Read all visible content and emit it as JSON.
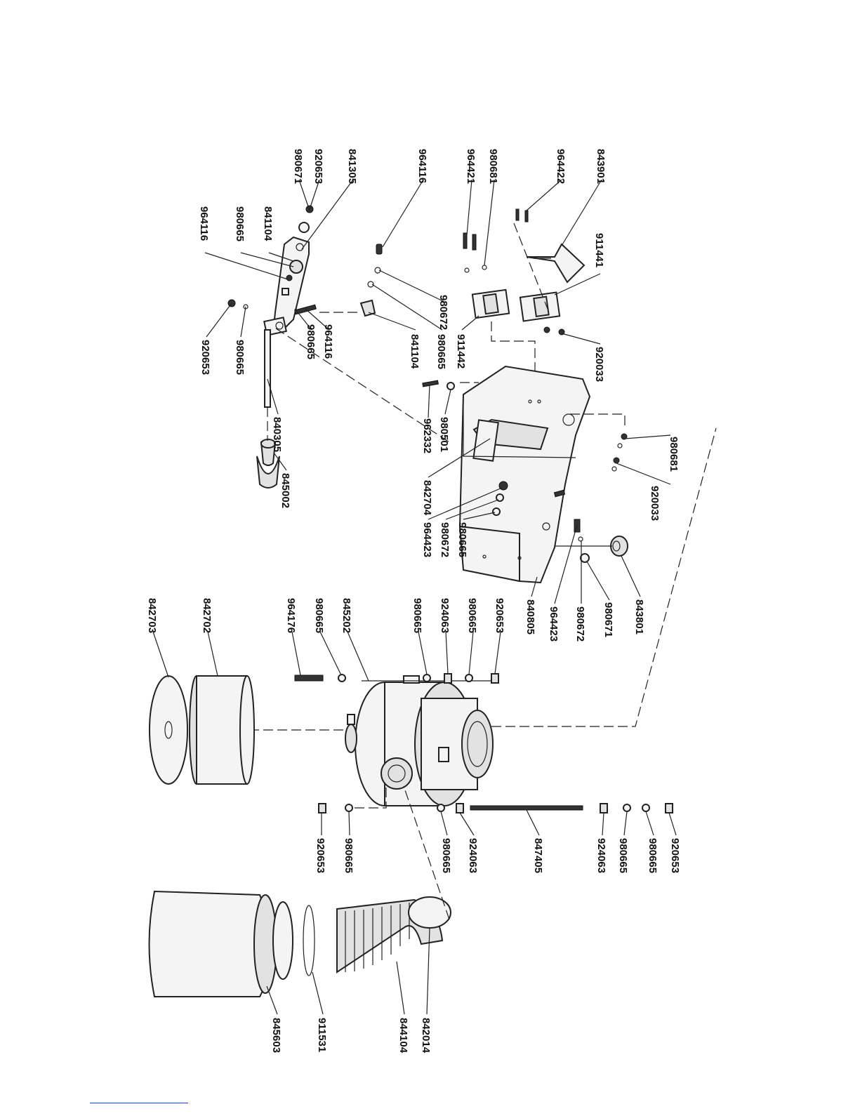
{
  "diagram": {
    "labels": [
      "980671",
      "920653",
      "841305",
      "964116",
      "964421",
      "980681",
      "964422",
      "843901",
      "964116",
      "980665",
      "841104",
      "911441",
      "920653",
      "980665",
      "980665",
      "964116",
      "841104",
      "980665",
      "980672",
      "911442",
      "920033",
      "840305",
      "962332",
      "980501",
      "845002",
      "842704",
      "964423",
      "980672",
      "980665",
      "920033",
      "980681",
      "840805",
      "964423",
      "980672",
      "980671",
      "843801",
      "842703",
      "842702",
      "964176",
      "980665",
      "845202",
      "980665",
      "924063",
      "980665",
      "920653",
      "920653",
      "980665",
      "980665",
      "924063",
      "847405",
      "924063",
      "980665",
      "980665",
      "920653",
      "845603",
      "911531",
      "844104",
      "842014"
    ]
  }
}
